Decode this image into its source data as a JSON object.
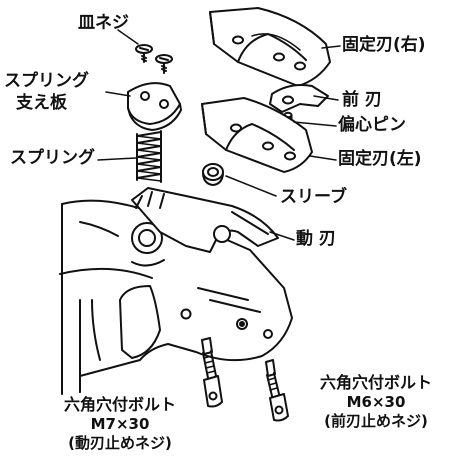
{
  "labels": {
    "flat_screw": "皿ネジ",
    "spring_plate_line1": "スプリング",
    "spring_plate_line2": "支え板",
    "spring": "スプリング",
    "fixed_blade_right": "固定刃(右)",
    "front_blade": "前 刃",
    "eccentric_pin": "偏心ピン",
    "fixed_blade_left": "固定刃(左)",
    "sleeve": "スリーブ",
    "moving_blade": "動 刃",
    "bolt_left_line1": "六角穴付ボルト",
    "bolt_left_line2": "M7×30",
    "bolt_left_line3": "(動刃止めネジ)",
    "bolt_right_line1": "六角穴付ボルト",
    "bolt_right_line2": "M6×30",
    "bolt_right_line3": "(前刃止めネジ)"
  },
  "colors": {
    "line": "#111111",
    "background": "#ffffff"
  }
}
